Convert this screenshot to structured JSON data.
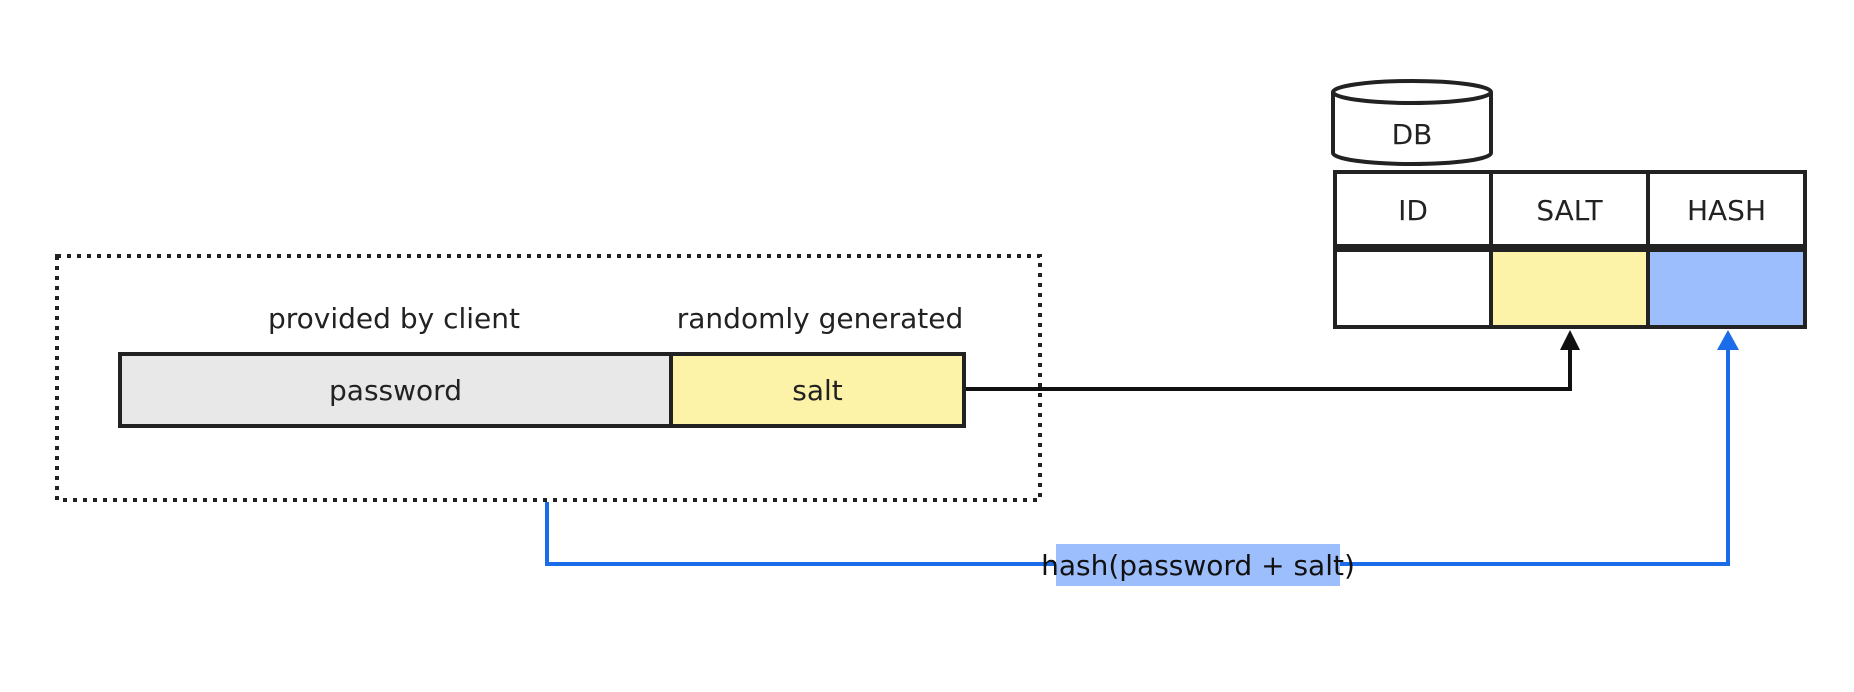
{
  "db": {
    "label": "DB"
  },
  "table": {
    "columns": [
      "ID",
      "SALT",
      "HASH"
    ]
  },
  "group": {
    "provided_label": "provided by client",
    "random_label": "randomly generated"
  },
  "boxes": {
    "password_label": "password",
    "salt_label": "salt"
  },
  "hash_label": "hash(password + salt)",
  "colors": {
    "password_fill": "#E8E8E8",
    "salt_fill": "#FCF2A8",
    "hash_fill": "#9DBEFC",
    "stroke": "#222222",
    "blue_arrow": "#1A6CE8",
    "hash_label_bg": "#9DBEFC"
  }
}
